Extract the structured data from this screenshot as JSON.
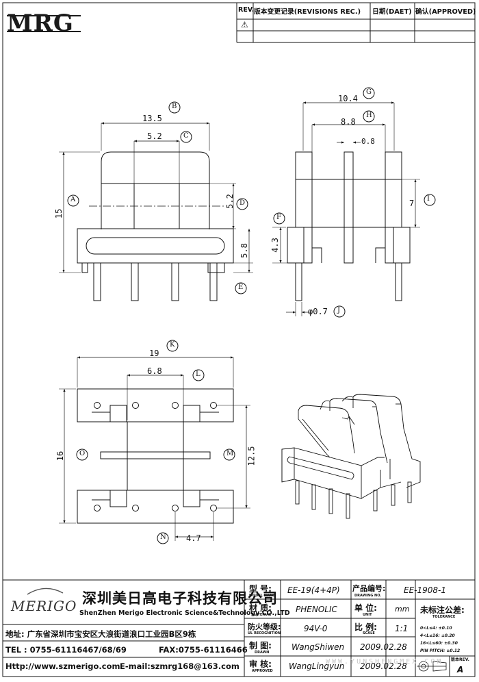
{
  "logo": {
    "text": "MRG"
  },
  "revision_table": {
    "headers": [
      "REV.",
      "版本变更记录(REVISIONS REC.)",
      "日期(DAET)",
      "确认(APPROVED)"
    ],
    "mark": "⚠"
  },
  "dimensions": {
    "side": {
      "width": "13.5",
      "width_tag": "B",
      "core": "5.2",
      "core_tag": "C",
      "core_height": "5.2",
      "core_height_tag": "D",
      "height": "15",
      "height_tag": "A",
      "base": "5.8",
      "base_tag": "E"
    },
    "front": {
      "width": "10.4",
      "width_tag": "G",
      "inner": "8.8",
      "inner_tag": "H",
      "wall": "0.8",
      "window": "7",
      "window_tag": "I",
      "flange": "4.3",
      "flange_tag": "F",
      "pin": "φ0.7",
      "pin_tag": "J"
    },
    "bottom": {
      "width": "19",
      "width_tag": "K",
      "pitch_outer": "6.8",
      "pitch_outer_tag": "L",
      "height": "16",
      "height_tag": "O",
      "row_span": "12.5",
      "row_span_tag": "M",
      "pitch": "4.7",
      "pitch_tag": "N"
    }
  },
  "title_block": {
    "company_cn": "深圳美日高电子科技有限公司",
    "company_en": "ShenZhen Merigo Electronic Science&Technology CO.,LTD",
    "brand": "MERIGO",
    "address": "地址: 广东省深圳市宝安区大浪街道浪口工业园B区9栋",
    "tel": "TEL : 0755-61116467/68/69",
    "fax": "FAX:0755-61116466",
    "http": "Http://www.szmerigo.com",
    "email": "E-mail:szmrg168@163.com",
    "model_label": "型 号:",
    "model_sub": "MODEL NAME",
    "model": "EE-19(4+4P)",
    "drawing_label": "产品编号:",
    "drawing_sub": "DRAWING NO.",
    "drawing_no": "EE-1908-1",
    "material_label": "材 质:",
    "material_sub": "MATERIAL",
    "material": "PHENOLIC",
    "unit_label": "单 位:",
    "unit_sub": "UNIT",
    "unit": "mm",
    "flame_label": "防火等级:",
    "flame_sub": "UL RECOGNITION",
    "flame": "94V-0",
    "scale_label": "比 例:",
    "scale_sub": "SCALE",
    "scale": "1:1",
    "drawn_label": "制 图:",
    "drawn_sub": "DRAWN",
    "drawn_by": "WangShiwen",
    "drawn_date": "2009.02.28",
    "approved_label": "审 核:",
    "approved_sub": "APPROVED",
    "approved_by": "WangLingyun",
    "approved_date": "2009.02.28",
    "tolerance_label": "未标注公差:",
    "tolerance_sub": "TOLERANCE",
    "tolerance_rows": [
      "0<L≤4:  ±0.10",
      "4<L≤16:  ±0.20",
      "16<L≤60:  ±0.30",
      "PIN PITCH: ±0.12"
    ],
    "rev_label": "版本REV.",
    "rev": "A",
    "watermark": "WWW.YUNSHENGMEX.COM"
  }
}
